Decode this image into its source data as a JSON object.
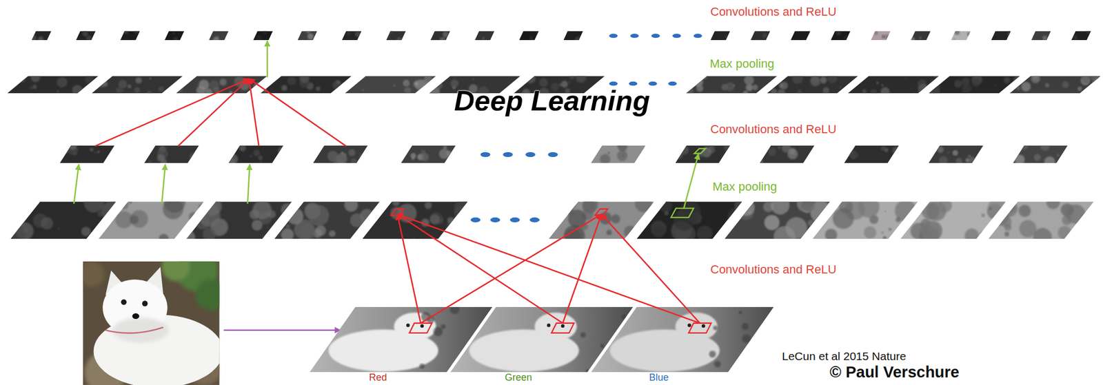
{
  "diagram": {
    "title": "Deep Learning",
    "labels": [
      "Convolutions and ReLU",
      "Max pooling",
      "Convolutions and ReLU",
      "Max pooling",
      "Convolutions and ReLU",
      "LeCun et al 2015 Nature",
      "© Paul Verschure",
      "Red",
      "Green",
      "Blue"
    ]
  }
}
